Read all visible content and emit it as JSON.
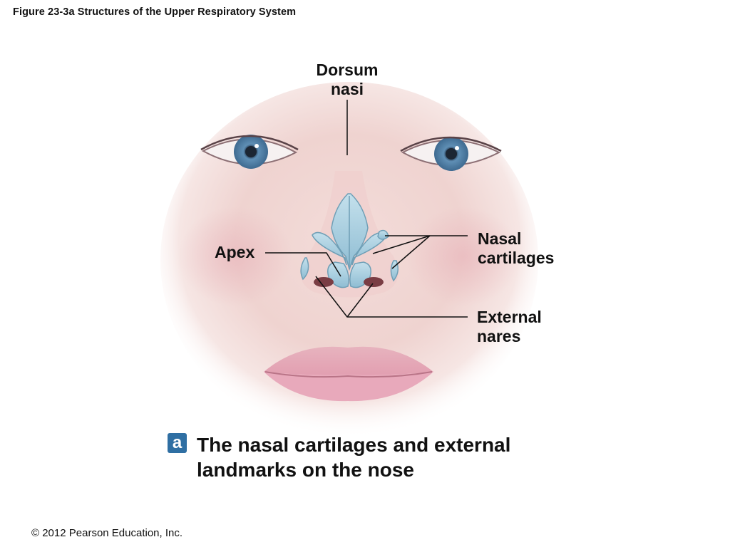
{
  "figure_title": "Figure 23-3a  Structures of the Upper Respiratory System",
  "labels": {
    "dorsum_nasi": [
      "Dorsum",
      "nasi"
    ],
    "apex": "Apex",
    "nasal_cartilages": [
      "Nasal",
      "cartilages"
    ],
    "external_nares": [
      "External",
      "nares"
    ]
  },
  "panel_letter": "a",
  "caption": [
    "The nasal cartilages and external",
    "landmarks on the nose"
  ],
  "copyright": "© 2012 Pearson Education, Inc.",
  "colors": {
    "cartilage": "#a9cfe0",
    "badge": "#2f6fa3",
    "iris": "#5f8fb5",
    "lips": "#e7a7b7"
  }
}
